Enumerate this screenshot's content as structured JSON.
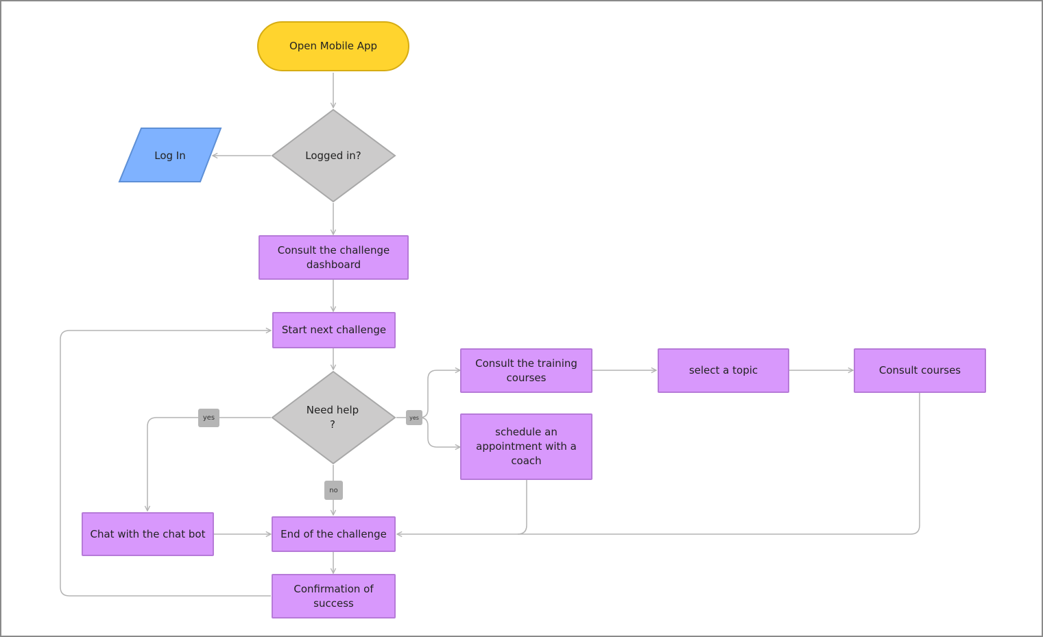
{
  "colors": {
    "process_fill": "#d898fc",
    "process_border": "#b67ad8",
    "terminal_fill": "#ffd42e",
    "terminal_border": "#d6ac12",
    "decision_fill": "#cccbcb",
    "decision_border": "#a8a8a8",
    "io_fill": "#7fb2ff",
    "io_border": "#5d8fd6",
    "connector": "#b3b3b3",
    "tag_fill": "#b5b5b5"
  },
  "nodes": {
    "open_app": "Open Mobile App",
    "logged_in": "Logged in?",
    "log_in": "Log In",
    "consult_dashboard": "Consult the challenge dashboard",
    "start_next": "Start next challenge",
    "need_help": "Need help ?",
    "consult_training": "Consult the training courses",
    "select_topic": "select a topic",
    "consult_courses": "Consult courses",
    "schedule_coach": "schedule an appointment with a coach",
    "chat_bot": "Chat with the chat bot",
    "end_challenge": "End of the challenge",
    "confirmation": "Confirmation of success"
  },
  "labels": {
    "yes_left": "yes",
    "yes_right": "yes",
    "no_down": "no"
  }
}
